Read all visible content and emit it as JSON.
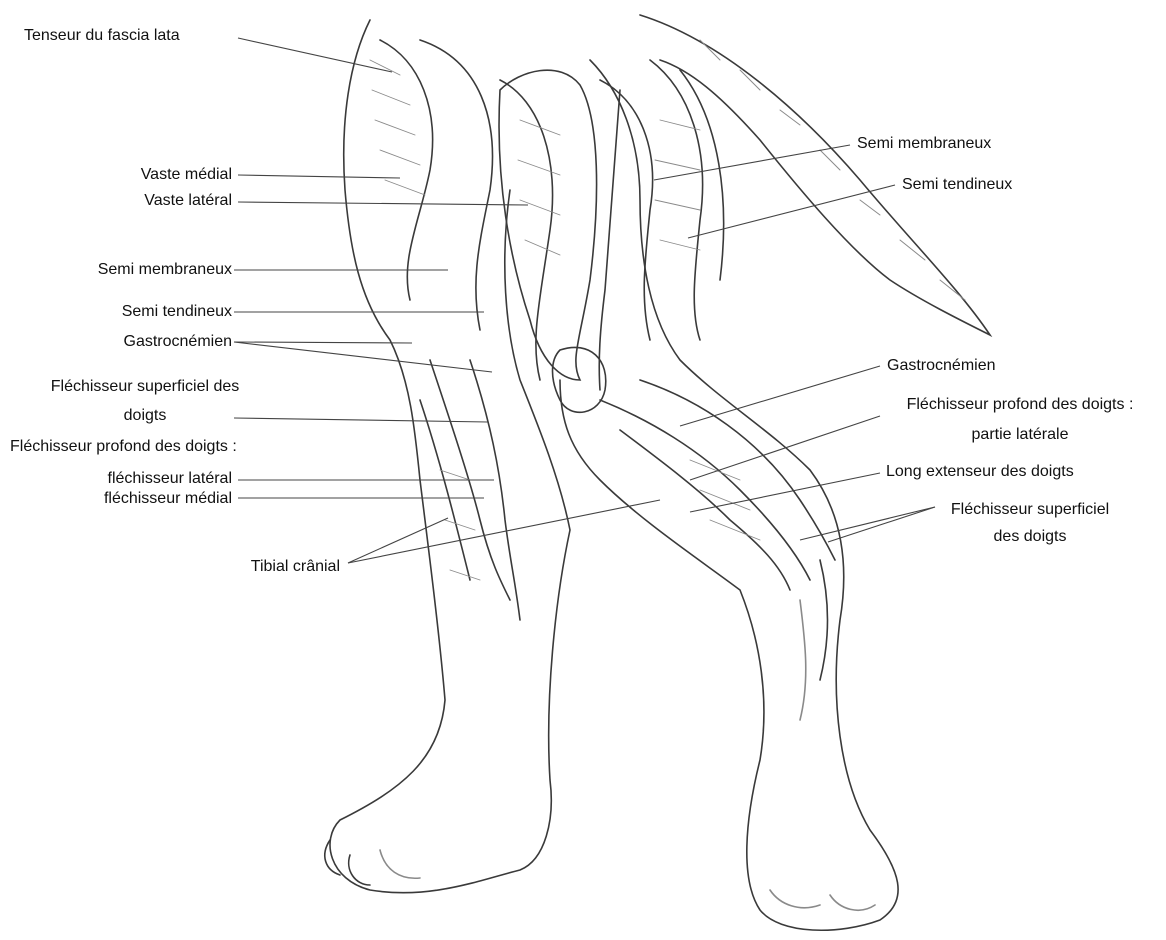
{
  "labels": {
    "tenseur": "Tenseur du fascia lata",
    "vaste_medial": "Vaste médial",
    "vaste_lateral": "Vaste latéral",
    "semi_membraneux_left": "Semi membraneux",
    "semi_tendineux_left": "Semi tendineux",
    "gastrocnemien_left": "Gastrocnémien",
    "flechisseur_superficiel_left_1": "Fléchisseur superficiel des",
    "flechisseur_superficiel_left_2": "doigts",
    "flechisseur_profond_left": "Fléchisseur profond des doigts :",
    "flechisseur_lateral": "fléchisseur latéral",
    "flechisseur_medial": "fléchisseur médial",
    "tibial_cranial": "Tibial crânial",
    "semi_membraneux_right": "Semi membraneux",
    "semi_tendineux_right": "Semi tendineux",
    "gastrocnemien_right": "Gastrocnémien",
    "flechisseur_profond_right_1": "Fléchisseur profond des doigts :",
    "flechisseur_profond_right_2": "partie latérale",
    "long_extenseur": "Long extenseur des doigts",
    "flechisseur_superficiel_right_1": "Fléchisseur superficiel",
    "flechisseur_superficiel_right_2": "des doigts"
  },
  "colors": {
    "ink": "#3a3a3a",
    "shade": "#8a8a8a",
    "leader": "#444444"
  }
}
